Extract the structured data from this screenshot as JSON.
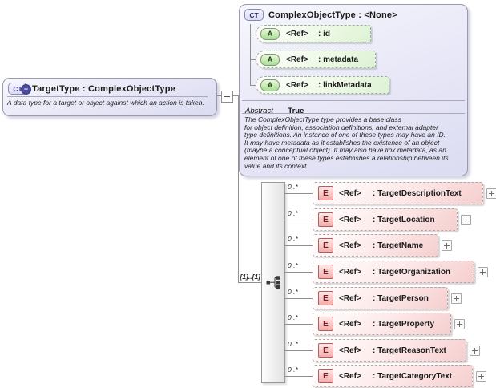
{
  "target_type_box": {
    "icon": "CT",
    "icon_badge": "+",
    "title": "TargetType : ComplexObjectType",
    "description": "A data type for a target or object against which an action is taken."
  },
  "complex_object_type_box": {
    "icon": "CT",
    "title": "ComplexObjectType : <None>",
    "attributes": [
      {
        "icon": "A",
        "ref_label": "<Ref>",
        "name": ": id"
      },
      {
        "icon": "A",
        "ref_label": "<Ref>",
        "name": ": metadata"
      },
      {
        "icon": "A",
        "ref_label": "<Ref>",
        "name": ": linkMetadata"
      }
    ],
    "abstract_label": "Abstract",
    "abstract_value": "True",
    "description": "The ComplexObjectType type provides a base class\nfor object definition, association definitions, and external adapter\ntype definitions. An instance of one of these types may have an ID.\nIt may have metadata as it establishes the existence of an object\n(maybe a conceptual object). It may also have link metadata, as an\nelement of one of these types establishes a relationship between its\nvalue and its context."
  },
  "sequence_group": {
    "parent_cardinality": "[1]..[1]",
    "elements": [
      {
        "icon": "E",
        "ref_label": "<Ref>",
        "name": ": TargetDescriptionText",
        "cardinality": "0..*"
      },
      {
        "icon": "E",
        "ref_label": "<Ref>",
        "name": ": TargetLocation",
        "cardinality": "0..*"
      },
      {
        "icon": "E",
        "ref_label": "<Ref>",
        "name": ": TargetName",
        "cardinality": "0..*"
      },
      {
        "icon": "E",
        "ref_label": "<Ref>",
        "name": ": TargetOrganization",
        "cardinality": "0..*"
      },
      {
        "icon": "E",
        "ref_label": "<Ref>",
        "name": ": TargetPerson",
        "cardinality": "0..*"
      },
      {
        "icon": "E",
        "ref_label": "<Ref>",
        "name": ": TargetProperty",
        "cardinality": "0..*"
      },
      {
        "icon": "E",
        "ref_label": "<Ref>",
        "name": ": TargetReasonText",
        "cardinality": "0..*"
      },
      {
        "icon": "E",
        "ref_label": "<Ref>",
        "name": ": TargetCategoryText",
        "cardinality": "0..*"
      }
    ]
  },
  "colors": {
    "type_box_fill": "#e6e6f8",
    "attribute_fill": "#ddf2d4",
    "element_fill": "#f6cfcf",
    "connector_line": "#8f8f8f"
  }
}
